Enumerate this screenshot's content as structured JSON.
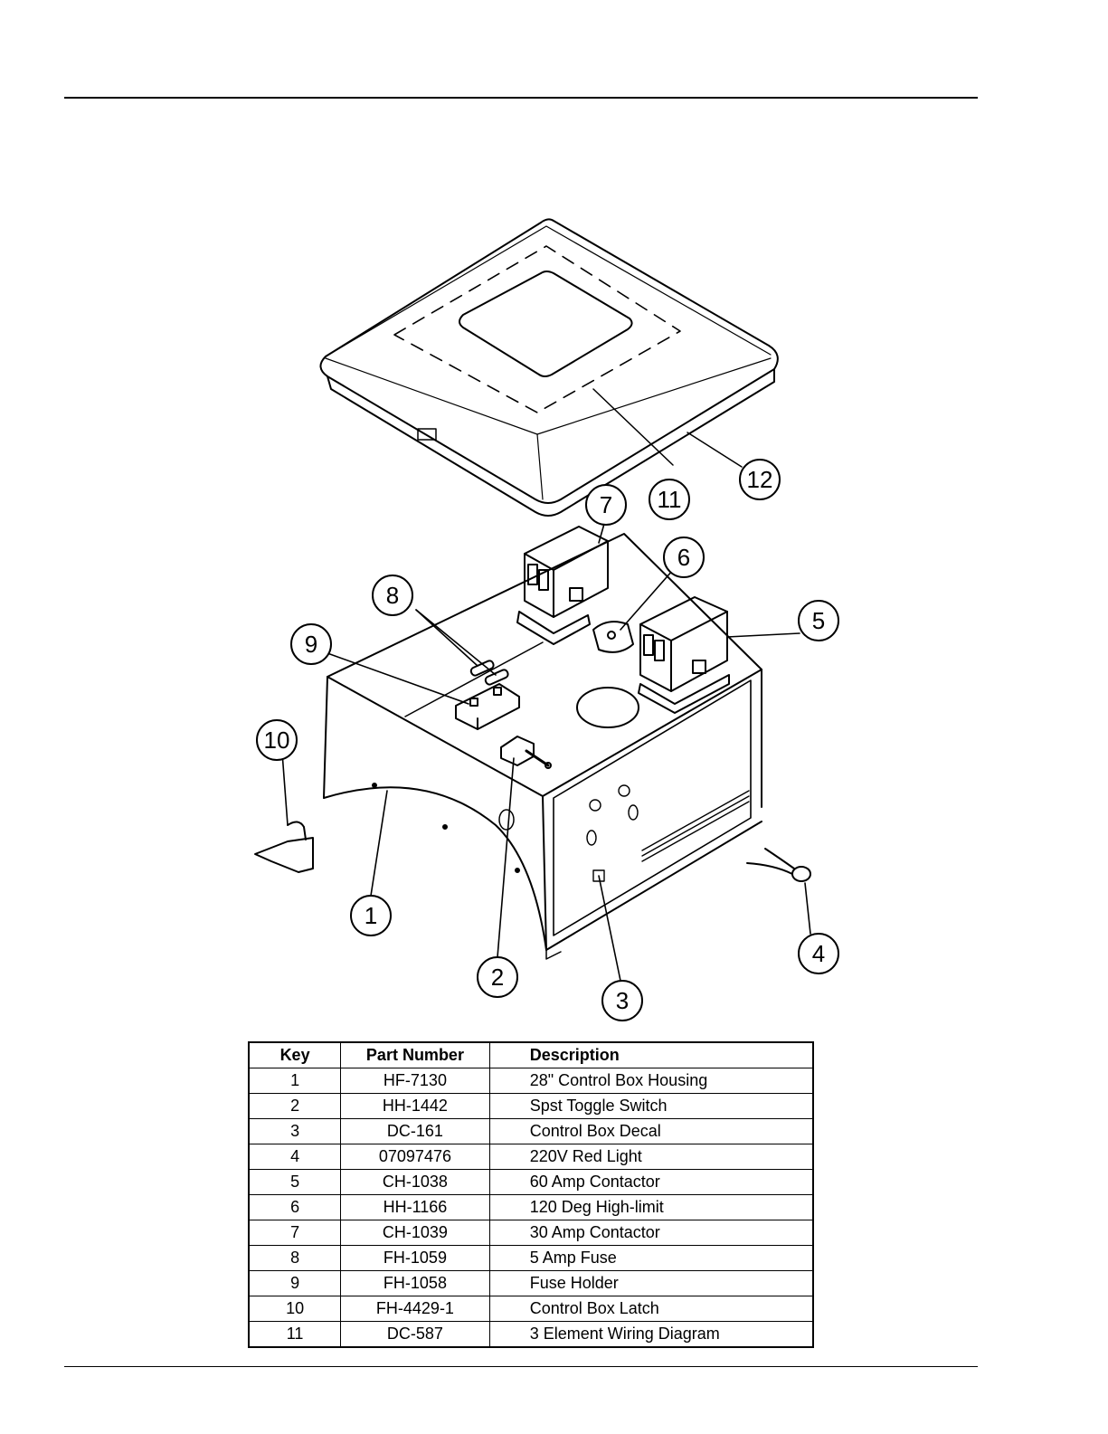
{
  "columns": {
    "key": "Key",
    "part_number": "Part Number",
    "description": "Description"
  },
  "rows": [
    {
      "key": "1",
      "part_number": "HF-7130",
      "description": "28\" Control Box Housing"
    },
    {
      "key": "2",
      "part_number": "HH-1442",
      "description": "Spst Toggle Switch"
    },
    {
      "key": "3",
      "part_number": "DC-161",
      "description": "Control Box Decal"
    },
    {
      "key": "4",
      "part_number": "07097476",
      "description": "220V Red Light"
    },
    {
      "key": "5",
      "part_number": "CH-1038",
      "description": "60 Amp Contactor"
    },
    {
      "key": "6",
      "part_number": "HH-1166",
      "description": "120 Deg High-limit"
    },
    {
      "key": "7",
      "part_number": "CH-1039",
      "description": "30 Amp Contactor"
    },
    {
      "key": "8",
      "part_number": "FH-1059",
      "description": "5 Amp Fuse"
    },
    {
      "key": "9",
      "part_number": "FH-1058",
      "description": "Fuse Holder"
    },
    {
      "key": "10",
      "part_number": "FH-4429-1",
      "description": "Control Box Latch"
    },
    {
      "key": "11",
      "part_number": "DC-587",
      "description": "3 Element Wiring Diagram"
    }
  ],
  "callouts": [
    "1",
    "2",
    "3",
    "4",
    "5",
    "6",
    "7",
    "8",
    "9",
    "10",
    "11",
    "12"
  ]
}
